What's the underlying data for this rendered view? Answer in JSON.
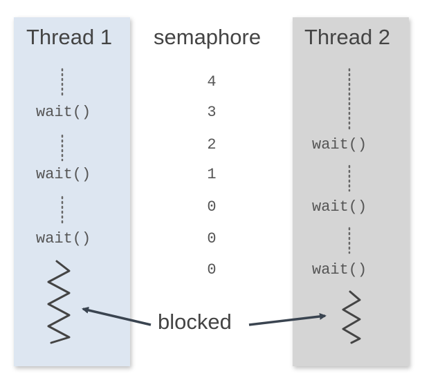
{
  "thread1": {
    "title": "Thread 1",
    "calls": [
      "wait()",
      "wait()",
      "wait()"
    ]
  },
  "semaphore": {
    "title": "semaphore",
    "values": [
      "4",
      "3",
      "2",
      "1",
      "0",
      "0",
      "0"
    ]
  },
  "thread2": {
    "title": "Thread 2",
    "calls": [
      "wait()",
      "wait()",
      "wait()"
    ]
  },
  "blocked_label": "blocked",
  "colors": {
    "thread1_panel": "#dde6f1",
    "thread2_panel": "#d5d5d5",
    "text": "#444444",
    "arrow": "#3a4450"
  }
}
